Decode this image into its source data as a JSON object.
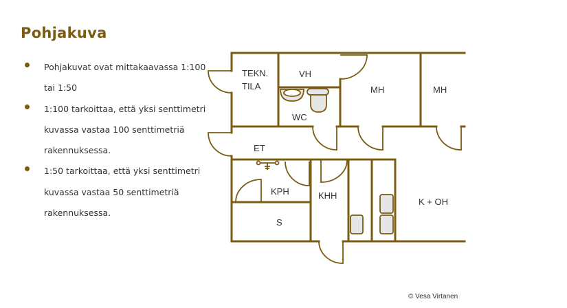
{
  "title": "Pohjakuva",
  "bullets": [
    "Pohjakuvat ovat mittakaavassa 1:100 tai 1:50",
    "1:100 tarkoittaa, että yksi senttimetri kuvassa vastaa 100 senttimetriä rakennuksessa.",
    "1:50 tarkoittaa, että yksi senttimetri kuvassa vastaa 50 senttimetriä rakennuksessa."
  ],
  "floorplan": {
    "rooms": {
      "tekn": "TEKN.",
      "tila": "TILA",
      "vh": "VH",
      "wc": "WC",
      "mh1": "MH",
      "mh2": "MH",
      "et": "ET",
      "kph": "KPH",
      "khh": "KHH",
      "k_oh": "K + OH",
      "s": "S"
    },
    "wall_color": "#7a5c12"
  },
  "copyright": "© Vesa Virtanen"
}
